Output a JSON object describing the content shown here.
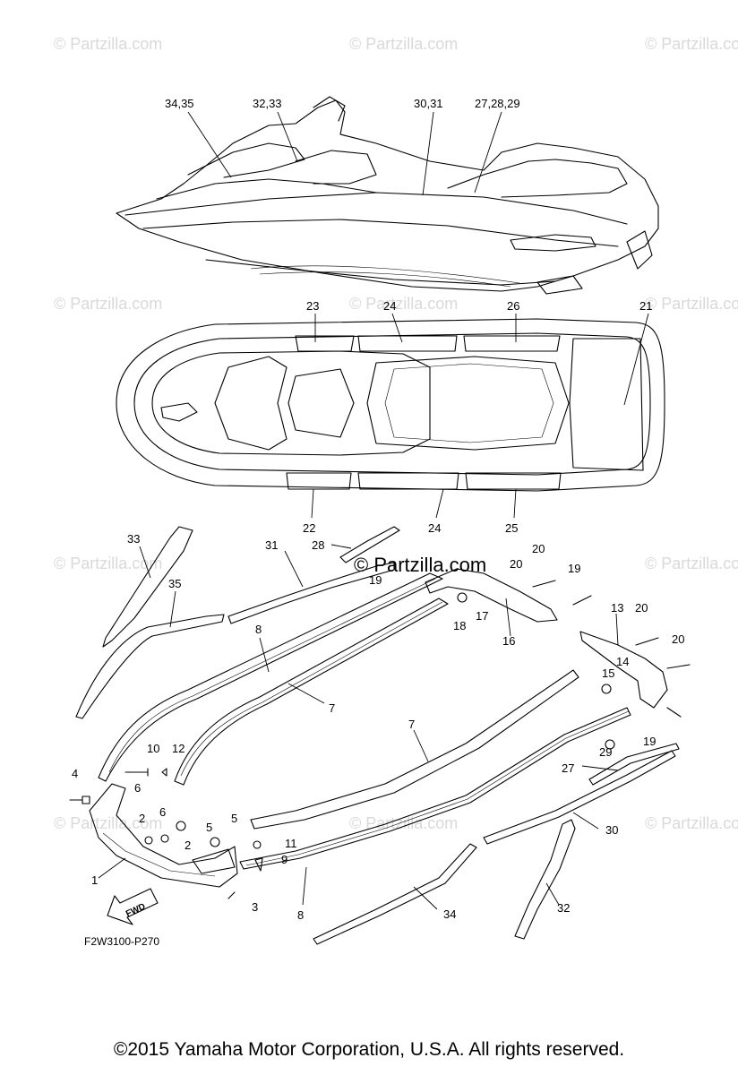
{
  "watermarks": [
    "© Partzilla.com",
    "© Partzilla.com",
    "© Partzilla.com",
    "© Partzilla.com",
    "© Partzilla.com",
    "© Partzilla.com",
    "© Partzilla.com",
    "© Partzilla.com",
    "© Partzilla.com",
    "© Partzilla.com",
    "© Partzilla.com"
  ],
  "center_watermark": "© Partzilla.com",
  "callouts": {
    "side_view": [
      "34,35",
      "32,33",
      "30,31",
      "27,28,29"
    ],
    "top_view": [
      "23",
      "24",
      "26",
      "21",
      "22",
      "24",
      "25"
    ],
    "exploded": [
      "33",
      "31",
      "28",
      "20",
      "20",
      "19",
      "35",
      "19",
      "18",
      "17",
      "16",
      "13",
      "20",
      "8",
      "14",
      "20",
      "15",
      "7",
      "7",
      "19",
      "10",
      "12",
      "29",
      "27",
      "4",
      "6",
      "2",
      "6",
      "5",
      "5",
      "2",
      "11",
      "9",
      "30",
      "1",
      "3",
      "8",
      "34",
      "32"
    ]
  },
  "drawing_code": "F2W3100-P270",
  "fwd_label": "FWD",
  "copyright": "©2015  Yamaha Motor Corporation, U.S.A. All rights reserved."
}
